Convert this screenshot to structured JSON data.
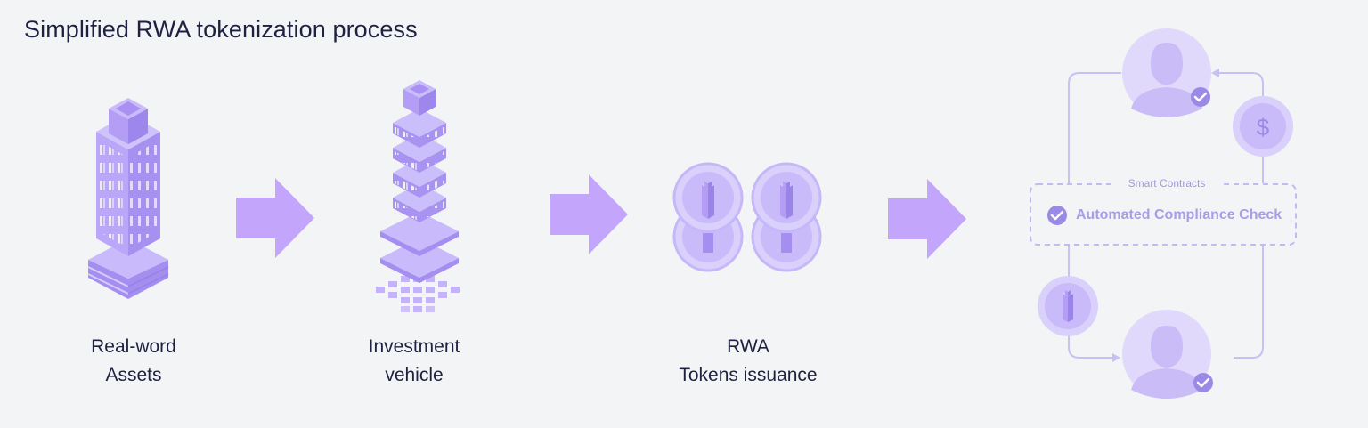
{
  "title": "Simplified RWA tokenization process",
  "steps": [
    {
      "line1": "Real-word",
      "line2": "Assets"
    },
    {
      "line1": "Investment",
      "line2": "vehicle"
    },
    {
      "line1": "RWA",
      "line2": "Tokens issuance"
    }
  ],
  "smart_contracts": {
    "label": "Smart Contracts",
    "check_label": "Automated Compliance Check"
  },
  "icons": {
    "currency_symbol": "$"
  },
  "colors": {
    "background": "#f3f4f6",
    "arrow": "#c3a6fb",
    "building_top": "#c6b8fc",
    "building_left": "#b9a5f6",
    "building_right": "#a690ef",
    "coin_outer": "#d9d0fc",
    "coin_inner": "#c9bafa",
    "flow_line": "#c8bff5",
    "check": "#9a8ae6"
  }
}
